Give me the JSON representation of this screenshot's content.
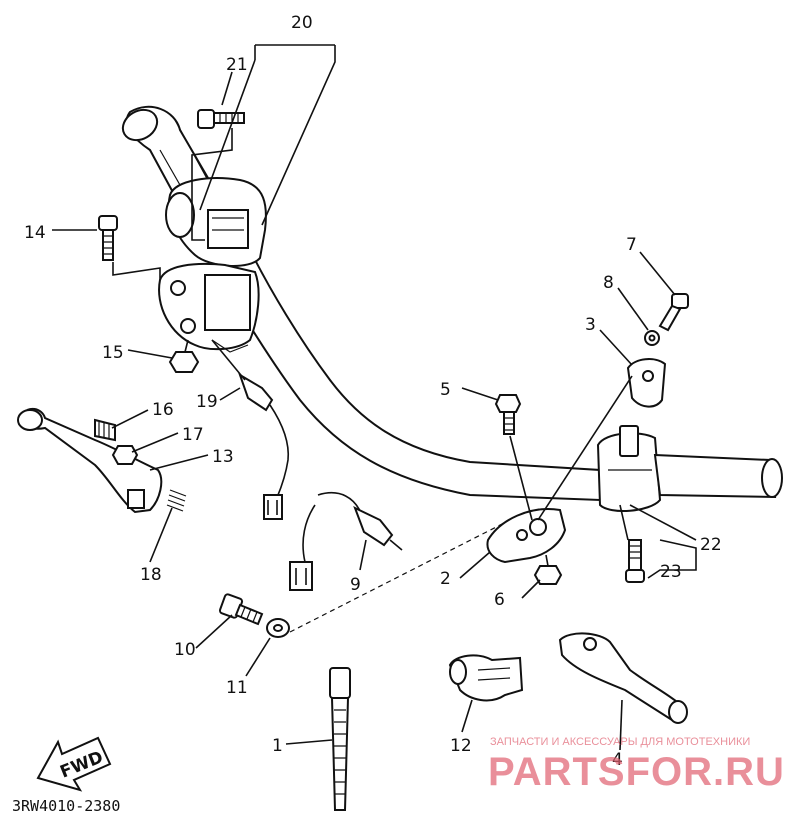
{
  "diagram_code": "3RW4010-2380",
  "fwd_label": "FWD",
  "watermark": {
    "tagline": "ЗАПЧАСТИ И АКСЕССУАРЫ ДЛЯ МОТОТЕХНИКИ",
    "brand": "PARTSFOR.RU",
    "color": "#e06070"
  },
  "callouts": {
    "c1": "1",
    "c2": "2",
    "c3": "3",
    "c4": "4",
    "c5": "5",
    "c6": "6",
    "c7": "7",
    "c8": "8",
    "c9": "9",
    "c10": "10",
    "c11": "11",
    "c12": "12",
    "c13": "13",
    "c14": "14",
    "c15": "15",
    "c16": "16",
    "c17": "17",
    "c18": "18",
    "c19": "19",
    "c20": "20",
    "c21": "21",
    "c22": "22",
    "c23": "23"
  }
}
